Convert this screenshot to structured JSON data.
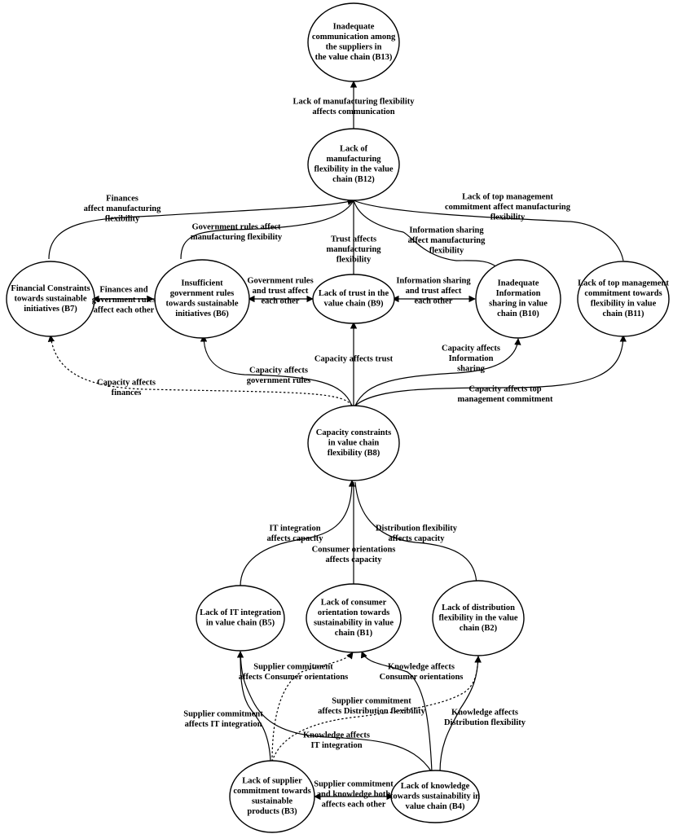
{
  "nodes": [
    {
      "id": "B13",
      "lines": [
        "Inadequate",
        "communication among",
        "the suppliers in",
        "the value chain (B13)"
      ]
    },
    {
      "id": "B12",
      "lines": [
        "Lack of",
        "manufacturing",
        "flexibility in the value",
        "chain  (B12)"
      ]
    },
    {
      "id": "B7",
      "lines": [
        "Financial Constraints",
        "towards sustainable",
        "initiatives (B7)"
      ]
    },
    {
      "id": "B6",
      "lines": [
        "Insufficient",
        "government rules",
        "towards sustainable",
        "initiatives (B6)"
      ]
    },
    {
      "id": "B9",
      "lines": [
        "Lack of trust in the",
        "value chain (B9)"
      ]
    },
    {
      "id": "B10",
      "lines": [
        "Inadequate",
        "Information",
        "sharing in value",
        "chain (B10)"
      ]
    },
    {
      "id": "B11",
      "lines": [
        "Lack of top management",
        "commitment towards",
        "flexibility in value",
        "chain (B11)"
      ]
    },
    {
      "id": "B8",
      "lines": [
        "Capacity constraints",
        "in value chain",
        "flexibility (B8)"
      ]
    },
    {
      "id": "B5",
      "lines": [
        "Lack of IT integration",
        "in value chain (B5)"
      ]
    },
    {
      "id": "B1",
      "lines": [
        "Lack of consumer",
        "orientation towards",
        "sustainability in value",
        "chain (B1)"
      ]
    },
    {
      "id": "B2",
      "lines": [
        "Lack of distribution",
        "flexibility in the value",
        "chain (B2)"
      ]
    },
    {
      "id": "B3",
      "lines": [
        "Lack of supplier",
        "commitment towards",
        "sustainable",
        "products (B3)"
      ]
    },
    {
      "id": "B4",
      "lines": [
        "Lack of knowledge",
        "towards sustainability in",
        "value chain (B4)"
      ]
    }
  ],
  "edge_labels": [
    {
      "id": "b12_b13",
      "lines": [
        "Lack of manufacturing flexibility",
        "affects communication"
      ]
    },
    {
      "id": "b7_b12",
      "lines": [
        "Finances",
        "affect manufacturing",
        "flexibility"
      ]
    },
    {
      "id": "b6_b12",
      "lines": [
        "Government rules affect",
        "manufacturing flexibility"
      ]
    },
    {
      "id": "b9_b12",
      "lines": [
        "Trust affects",
        "manufacturing",
        "flexibility"
      ]
    },
    {
      "id": "b10_b12",
      "lines": [
        "Information sharing",
        "affect manufacturing",
        "flexibility"
      ]
    },
    {
      "id": "b11_b12",
      "lines": [
        "Lack of top management",
        "commitment affect manufacturing",
        "flexibility"
      ]
    },
    {
      "id": "b7_b6",
      "lines": [
        "Finances and",
        "government rules",
        "affect each other"
      ]
    },
    {
      "id": "b6_b9",
      "lines": [
        "Government rules",
        "and trust affect",
        "each other"
      ]
    },
    {
      "id": "b9_b10",
      "lines": [
        "Information sharing",
        "and trust affect",
        "each other"
      ]
    },
    {
      "id": "b8_b7",
      "lines": [
        "Capacity affects",
        "finances"
      ]
    },
    {
      "id": "b8_b6",
      "lines": [
        "Capacity affects",
        "government rules"
      ]
    },
    {
      "id": "b8_b9",
      "lines": [
        "Capacity affects trust"
      ]
    },
    {
      "id": "b8_b10",
      "lines": [
        "Capacity affects",
        "Information",
        "sharing"
      ]
    },
    {
      "id": "b8_b11",
      "lines": [
        "Capacity affects top",
        "management commitment"
      ]
    },
    {
      "id": "b5_b8",
      "lines": [
        "IT integration",
        "affects capacity"
      ]
    },
    {
      "id": "b1_b8",
      "lines": [
        "Consumer orientations",
        "affects capacity"
      ]
    },
    {
      "id": "b2_b8",
      "lines": [
        "Distribution flexibility",
        "affects capacity"
      ]
    },
    {
      "id": "b3_b1",
      "lines": [
        "Supplier commitment",
        "affects Consumer orientations"
      ]
    },
    {
      "id": "b4_b1",
      "lines": [
        "Knowledge affects",
        "Consumer orientations"
      ]
    },
    {
      "id": "b3_b2",
      "lines": [
        "Supplier commitment",
        "affects Distribution flexibility"
      ]
    },
    {
      "id": "b4_b2",
      "lines": [
        "Knowledge affects",
        "Distribution flexibility"
      ]
    },
    {
      "id": "b3_b5",
      "lines": [
        "Supplier commitment",
        "affects IT integration"
      ]
    },
    {
      "id": "b4_b5",
      "lines": [
        "Knowledge affects",
        "IT integration"
      ]
    },
    {
      "id": "b3_b4",
      "lines": [
        "Supplier commitment",
        "and knowledge both",
        "affects each other"
      ]
    }
  ]
}
